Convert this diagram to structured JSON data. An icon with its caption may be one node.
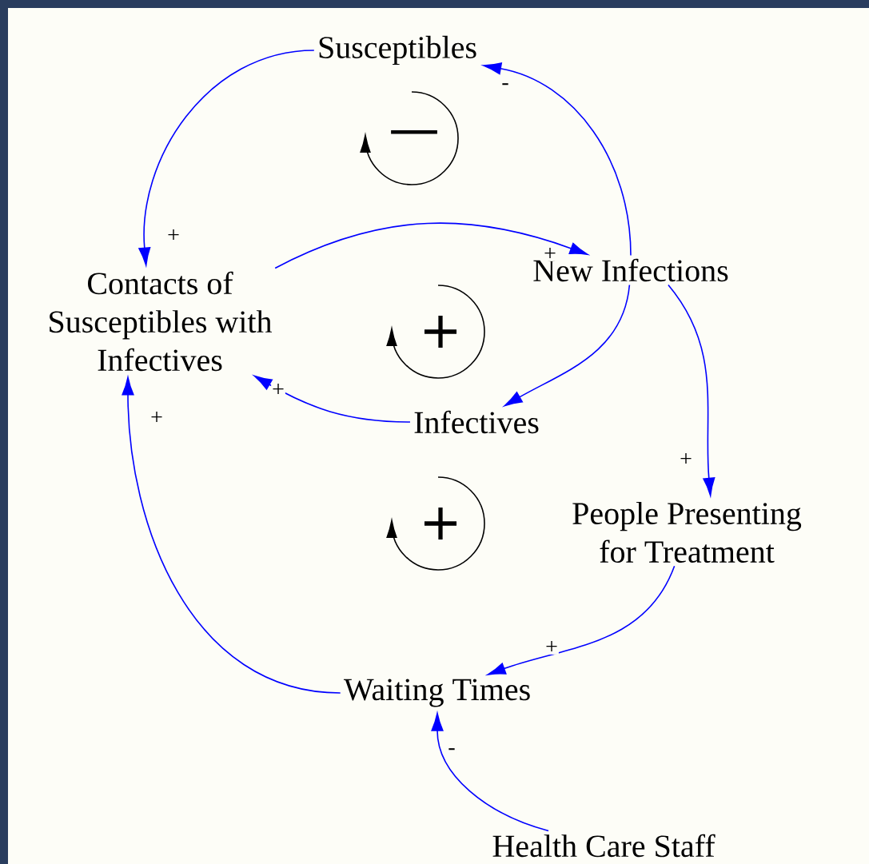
{
  "diagram": {
    "nodes": [
      {
        "text": [
          "Susceptibles"
        ]
      },
      {
        "text": [
          "Contacts of Susceptibles with Infectives"
        ]
      },
      {
        "text": [
          "New Infections"
        ]
      },
      {
        "text": [
          "Infectives"
        ]
      },
      {
        "text": [
          "People Presenting for Treatment"
        ]
      },
      {
        "text": [
          "Waiting Times"
        ]
      },
      {
        "text": [
          "Health Care Staff"
        ]
      }
    ],
    "edges": [
      {
        "from": 0,
        "to": 1,
        "arrow": "to",
        "label": "+"
      },
      {
        "from": 1,
        "to": 2,
        "arrow": "to",
        "label": "+"
      },
      {
        "from": 2,
        "to": 0,
        "arrow": "to",
        "label": "-"
      },
      {
        "from": 2,
        "to": 3,
        "arrow": "to"
      },
      {
        "from": 3,
        "to": 1,
        "arrow": "to",
        "label": "+"
      },
      {
        "from": 2,
        "to": 4,
        "arrow": "to",
        "label": "+"
      },
      {
        "from": 4,
        "to": 5,
        "arrow": "to",
        "label": "+"
      },
      {
        "from": 5,
        "to": 1,
        "arrow": "to",
        "label": "+"
      },
      {
        "from": 6,
        "to": 5,
        "arrow": "to",
        "label": "-"
      }
    ],
    "labels": [
      "—",
      "+",
      "+"
    ]
  }
}
